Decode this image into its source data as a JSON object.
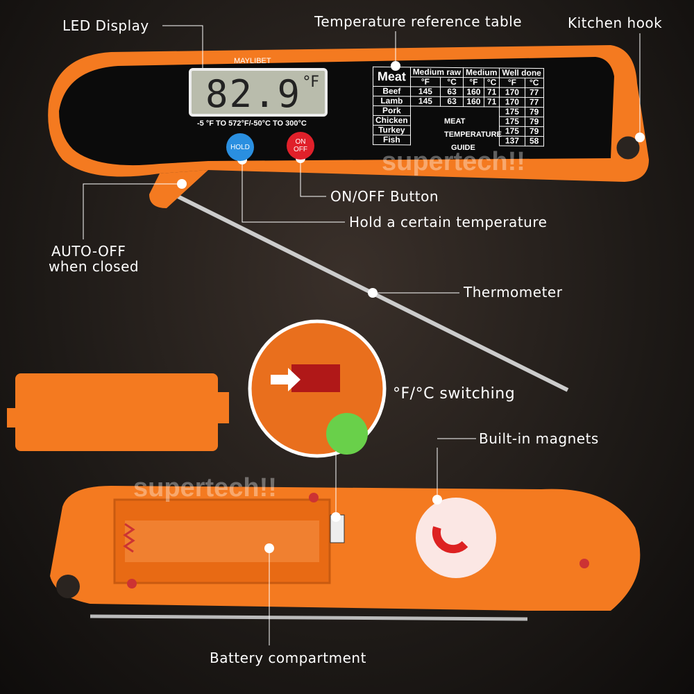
{
  "labels": {
    "led_display": "LED Display",
    "temp_table": "Temperature reference table",
    "kitchen_hook": "Kitchen hook",
    "on_off": "ON/OFF Button",
    "hold": "Hold a certain temperature",
    "auto_off_1": "AUTO-OFF",
    "auto_off_2": "when closed",
    "thermometer": "Thermometer",
    "switching": "°F/°C switching",
    "magnets": "Built-in magnets",
    "battery": "Battery compartment"
  },
  "device": {
    "brand": "MAYLIBET",
    "reading": "82.9",
    "unit": "°F",
    "range": "-5 °F TO 572°F/-50°C TO 300°C",
    "hold_button": "HOLD",
    "on_button": "ON",
    "off_button": "OFF"
  },
  "table": {
    "meat_header": "Meat",
    "groups": [
      "Medium raw",
      "Medium",
      "Well done"
    ],
    "units": [
      "°F",
      "°C",
      "°F",
      "°C",
      "°F",
      "°C"
    ],
    "rows": [
      {
        "meat": "Beef",
        "values": [
          "145",
          "63",
          "160",
          "71",
          "170",
          "77"
        ]
      },
      {
        "meat": "Lamb",
        "values": [
          "145",
          "63",
          "160",
          "71",
          "170",
          "77"
        ]
      },
      {
        "meat": "Pork",
        "values": [
          "175",
          "79"
        ]
      },
      {
        "meat": "Chicken",
        "values": [
          "175",
          "79"
        ]
      },
      {
        "meat": "Turkey",
        "values": [
          "175",
          "79"
        ]
      },
      {
        "meat": "Fish",
        "values": [
          "137",
          "58"
        ]
      }
    ],
    "guide": [
      "MEAT",
      "TEMPERATURE",
      "GUIDE"
    ]
  },
  "watermark": "supertech!!",
  "colors": {
    "body": "#f47a20",
    "face": "#0b0b0b",
    "hold": "#2a8fe0",
    "onoff": "#e0202a"
  }
}
